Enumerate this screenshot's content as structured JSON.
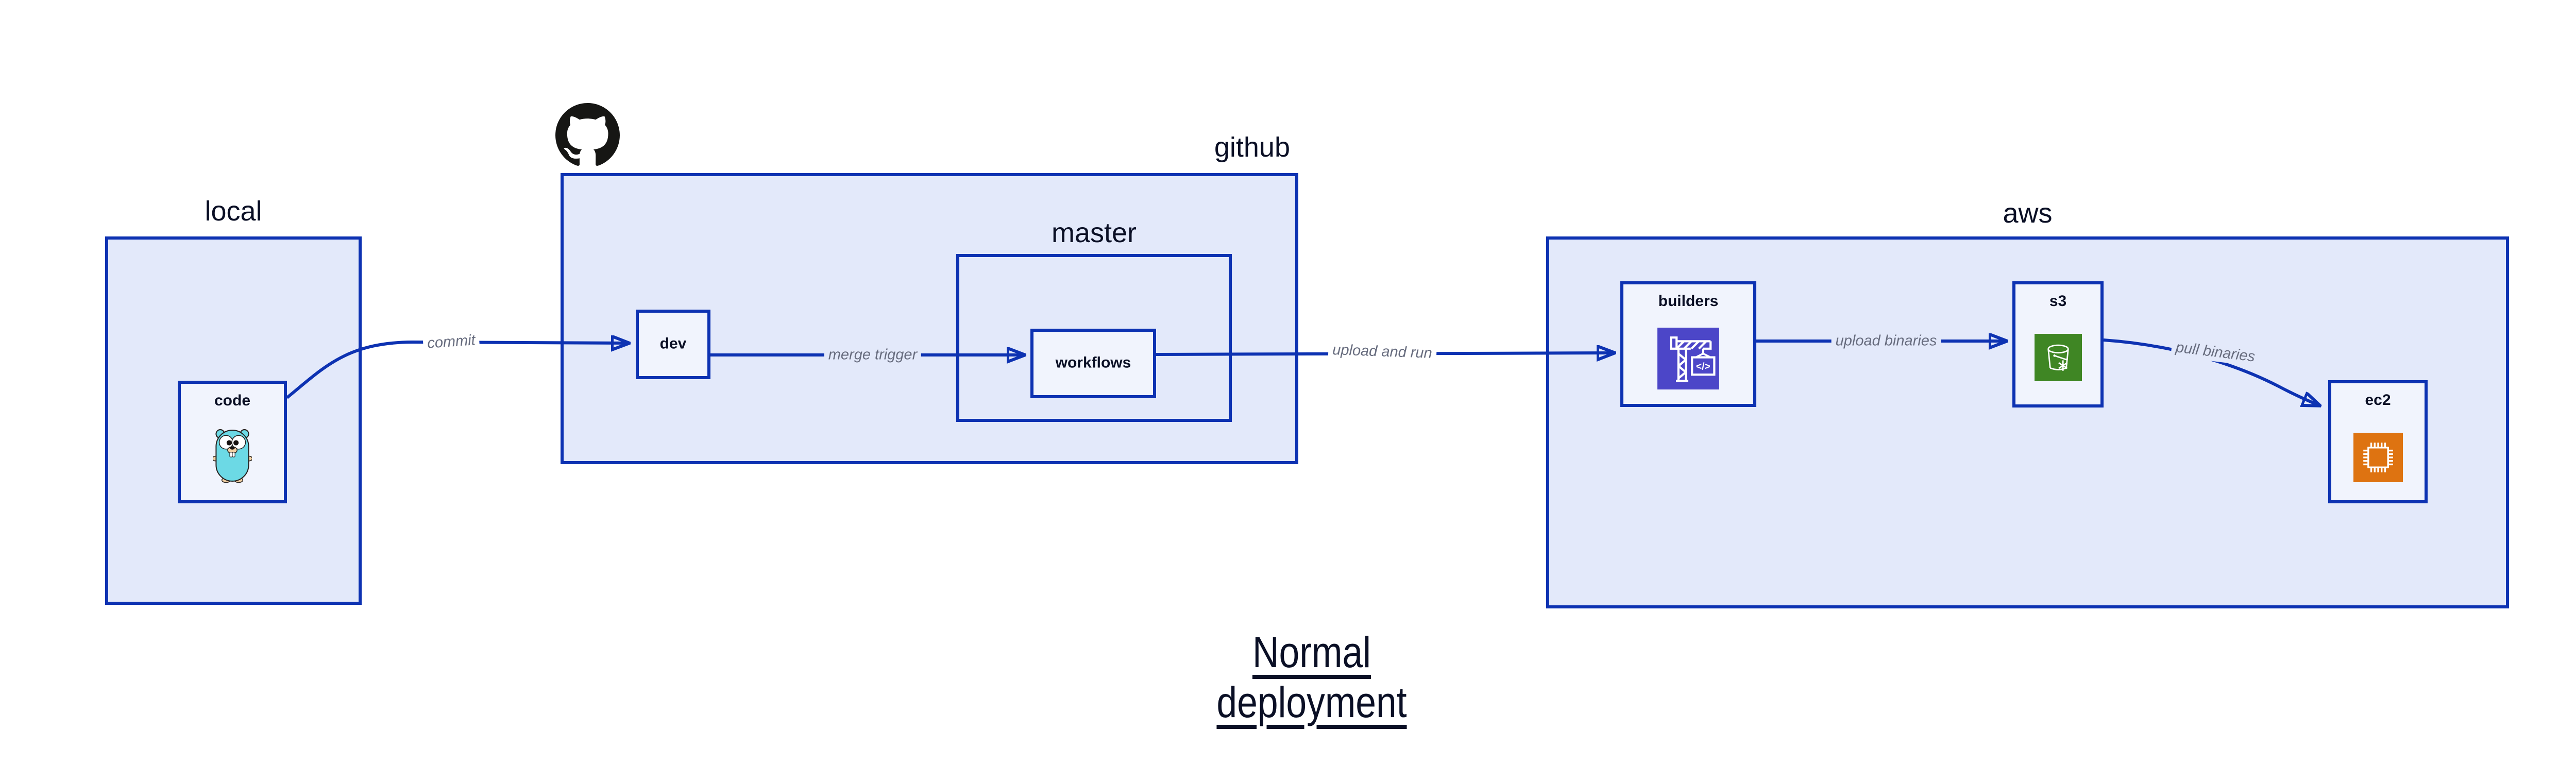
{
  "title": "Normal deployment",
  "groups": {
    "local": {
      "label": "local"
    },
    "github": {
      "label": "github",
      "logo_icon": "github-octocat-icon"
    },
    "master": {
      "label": "master"
    },
    "aws": {
      "label": "aws"
    }
  },
  "nodes": {
    "code": {
      "label": "code",
      "icon": "go-gopher-icon"
    },
    "dev": {
      "label": "dev"
    },
    "workflows": {
      "label": "workflows"
    },
    "builders": {
      "label": "builders",
      "icon": "aws-codebuild-icon"
    },
    "s3": {
      "label": "s3",
      "icon": "aws-s3-glacier-icon"
    },
    "ec2": {
      "label": "ec2",
      "icon": "aws-ec2-icon"
    }
  },
  "edges": [
    {
      "from": "code",
      "to": "dev",
      "label": "commit"
    },
    {
      "from": "dev",
      "to": "workflows",
      "label": "merge trigger"
    },
    {
      "from": "workflows",
      "to": "builders",
      "label": "upload and run"
    },
    {
      "from": "builders",
      "to": "s3",
      "label": "upload binaries"
    },
    {
      "from": "s3",
      "to": "ec2",
      "label": "pull binaries"
    }
  ],
  "colors": {
    "edge_blue": "#0D32B2",
    "container_fill": "#E3E9FA",
    "node_fill": "#F1F4FD",
    "text_dark": "#0A0F25",
    "edge_label_gray": "#676C7E",
    "codebuild_purple": "#4C46C8",
    "s3_green": "#3F8624",
    "ec2_orange": "#DE7311",
    "github_black": "#161614",
    "gopher_cyan": "#6CD9E5"
  }
}
